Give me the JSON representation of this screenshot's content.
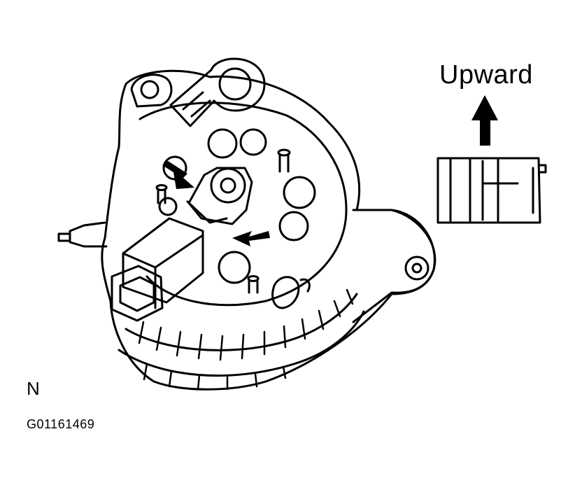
{
  "labels": {
    "direction": "Upward",
    "view_letter": "N",
    "figure_code": "G01161469"
  },
  "colors": {
    "line": "#000000",
    "background": "#ffffff"
  },
  "icons": [
    "alternator-drawing",
    "brush-holder-connector",
    "upward-arrow",
    "pointer-arrow"
  ]
}
